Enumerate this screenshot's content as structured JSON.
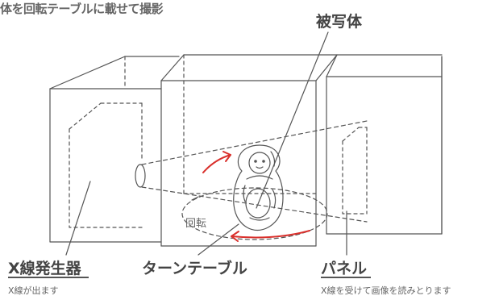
{
  "caption": "体を回転テーブルに載せて撮影",
  "labels": {
    "subject": "被写体",
    "xray_generator": "X線発生器",
    "xray_generator_note": "X線が出ます",
    "turntable": "ターンテーブル",
    "panel": "パネル",
    "panel_note": "X線を受けて画像を読みとります",
    "rotation": "回転"
  },
  "colors": {
    "line": "#555555",
    "arrow": "#d9302c",
    "text": "#555555"
  }
}
